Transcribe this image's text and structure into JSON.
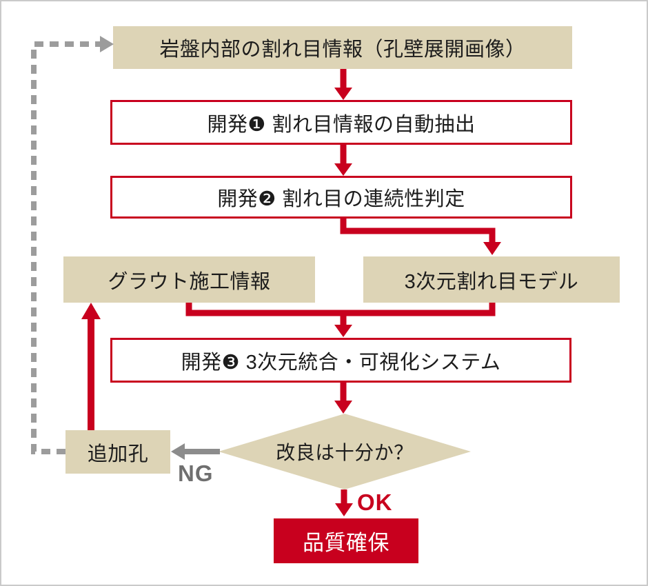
{
  "colors": {
    "accent_red": "#c8001e",
    "beige": "#ddd4b6",
    "gray_arrow": "#8c8c8c",
    "gray_dashed": "#9c9c9c",
    "ng_gray": "#6f6f6f",
    "border_gray": "#cacaca"
  },
  "flowchart": {
    "nodes": {
      "input": {
        "label": "岩盤内部の割れ目情報（孔壁展開画像）"
      },
      "dev1": {
        "label": "開発❶ 割れ目情報の自動抽出"
      },
      "dev2": {
        "label": "開発❷ 割れ目の連続性判定"
      },
      "grout": {
        "label": "グラウト施工情報"
      },
      "model3d": {
        "label": "3次元割れ目モデル"
      },
      "dev3": {
        "label": "開発❸ 3次元統合・可視化システム"
      },
      "decision": {
        "label": "改良は十分か？"
      },
      "add_hole": {
        "label": "追加孔"
      },
      "quality": {
        "label": "品質確保"
      }
    },
    "edge_labels": {
      "ng": "NG",
      "ok": "OK"
    }
  }
}
